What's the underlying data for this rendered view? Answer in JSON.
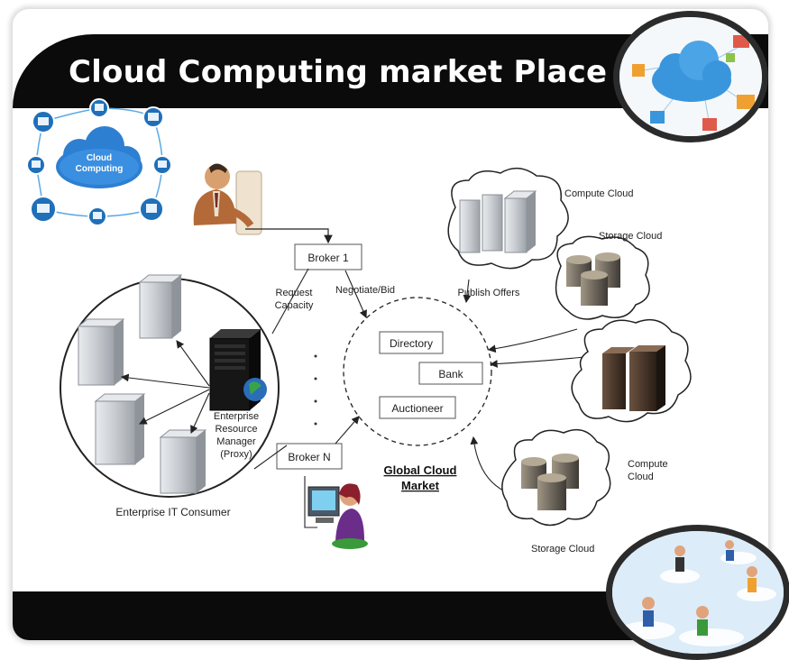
{
  "title": "Cloud Computing market Place",
  "cloud_computing_hub": "Cloud Computing",
  "labels": {
    "broker_1": "Broker 1",
    "broker_n": "Broker N",
    "request_capacity": [
      "Request",
      "Capacity"
    ],
    "negotiate_bid": "Negotiate/Bid",
    "publish_offers": "Publish Offers",
    "directory": "Directory",
    "bank": "Bank",
    "auctioneer": "Auctioneer",
    "global_cloud_market": [
      "Global Cloud",
      "Market"
    ],
    "enterprise_resource_manager": [
      "Enterprise",
      "Resource",
      "Manager",
      "(Proxy)"
    ],
    "enterprise_it_consumer": "Enterprise IT Consumer",
    "compute_cloud_top": "Compute Cloud",
    "storage_cloud_top": "Storage Cloud",
    "compute_cloud_right": [
      "Compute",
      "Cloud"
    ],
    "storage_cloud_bottom": "Storage Cloud"
  },
  "colors": {
    "title_bar": "#0b0b0b",
    "title_text": "#ffffff",
    "cloud_blue": "#2d7fd1",
    "server_gray": "#c9ccd0",
    "storage_drum": "#7b7368"
  }
}
